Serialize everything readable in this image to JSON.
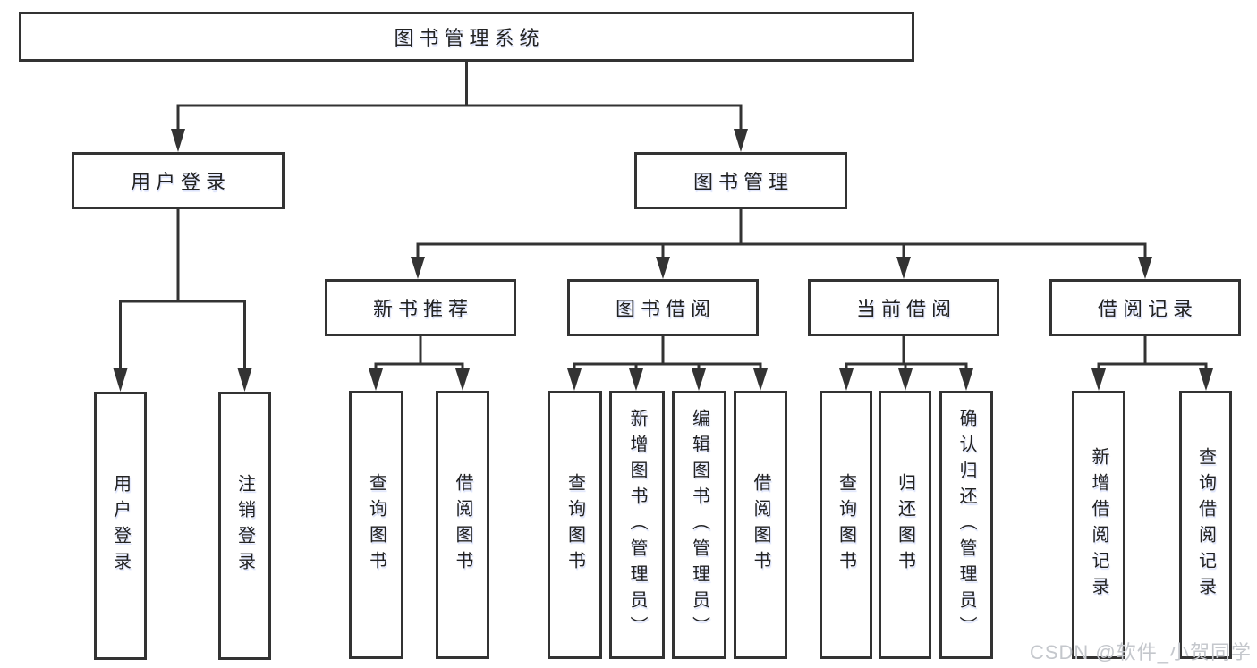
{
  "tree": {
    "root": "图书管理系统",
    "branches": [
      {
        "label": "用户登录",
        "children": [
          "用户登录",
          "注销登录"
        ]
      },
      {
        "label": "图书管理",
        "groups": [
          {
            "label": "新书推荐",
            "children": [
              "查询图书",
              "借阅图书"
            ]
          },
          {
            "label": "图书借阅",
            "children": [
              "查询图书",
              "新增图书（管理员）",
              "编辑图书（管理员）",
              "借阅图书"
            ]
          },
          {
            "label": "当前借阅",
            "children": [
              "查询图书",
              "归还图书",
              "确认归还（管理员）"
            ]
          },
          {
            "label": "借阅记录",
            "children": [
              "新增借阅记录",
              "查询借阅记录"
            ]
          }
        ]
      }
    ]
  },
  "watermark": "CSDN @软件_小贺同学",
  "colors": {
    "line": "#333333",
    "box_border": "#333333",
    "box_fill": "#ffffff",
    "text": "#222222",
    "watermark": "#c4c7cc",
    "background": "#ffffff"
  }
}
